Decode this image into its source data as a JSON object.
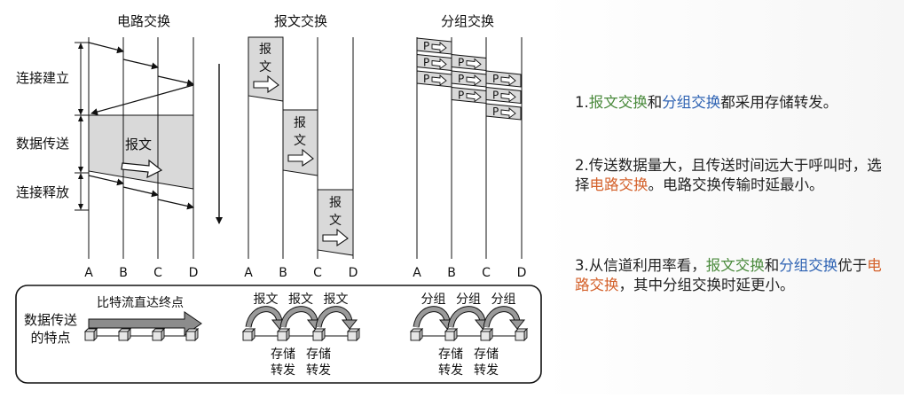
{
  "diagram": {
    "panels": [
      {
        "title": "电路交换"
      },
      {
        "title": "报文交换"
      },
      {
        "title": "分组交换"
      }
    ],
    "node_labels": [
      "A",
      "B",
      "C",
      "D"
    ],
    "phases": [
      "连接建立",
      "数据传送",
      "连接释放"
    ],
    "circuit_data_label": "报文",
    "message_label": "报文",
    "packet_label": "P",
    "bottom": {
      "row_label_line1": "数据传送",
      "row_label_line2": "的特点",
      "circuit_desc": "比特流直达终点",
      "message_hop_label": "报文",
      "packet_hop_label": "分组",
      "store_line1": "存储",
      "store_line2": "转发"
    }
  },
  "notes": [
    {
      "parts": [
        {
          "text": "1.",
          "color": "default"
        },
        {
          "text": "报文交换",
          "color": "green"
        },
        {
          "text": "和",
          "color": "default"
        },
        {
          "text": "分组交换",
          "color": "blue"
        },
        {
          "text": "都采用存储转发。",
          "color": "default"
        }
      ]
    },
    {
      "parts": [
        {
          "text": "2.传送数据量大，且传送时间远大于呼叫时，选择",
          "color": "default"
        },
        {
          "text": "电路交换",
          "color": "orange"
        },
        {
          "text": "。电路交换传输时延最小。",
          "color": "default"
        }
      ]
    },
    {
      "parts": [
        {
          "text": "3.从信道利用率看，",
          "color": "default"
        },
        {
          "text": "报文交换",
          "color": "green"
        },
        {
          "text": "和",
          "color": "default"
        },
        {
          "text": "分组交换",
          "color": "blue"
        },
        {
          "text": "优于",
          "color": "default"
        },
        {
          "text": "电路交换",
          "color": "orange"
        },
        {
          "text": "，其中分组交换时延更小。",
          "color": "default"
        }
      ]
    }
  ]
}
